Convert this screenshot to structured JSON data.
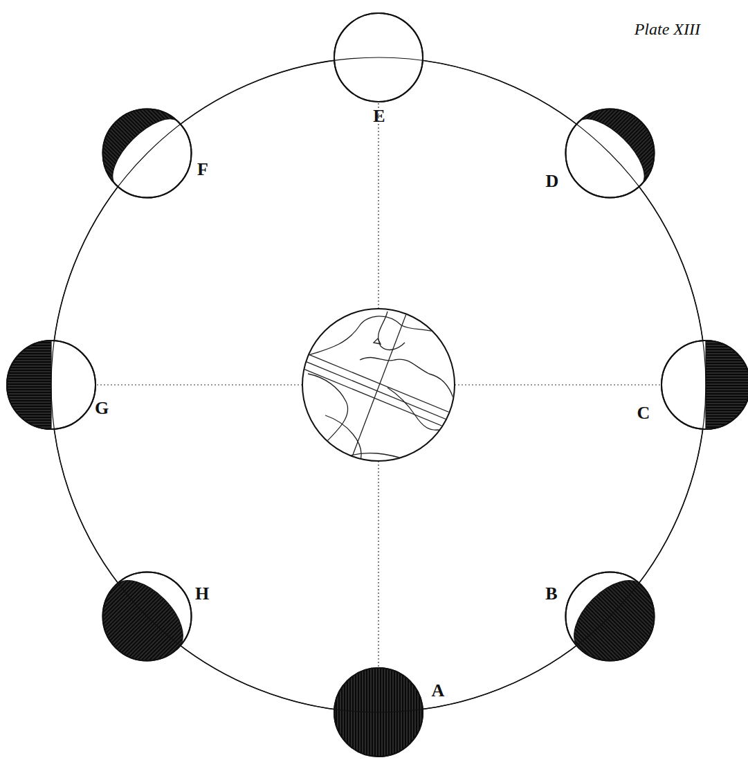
{
  "diagram": {
    "labels": [
      "Plate XIII",
      "E",
      "D",
      "C",
      "B",
      "A",
      "H",
      "G",
      "F"
    ]
  }
}
